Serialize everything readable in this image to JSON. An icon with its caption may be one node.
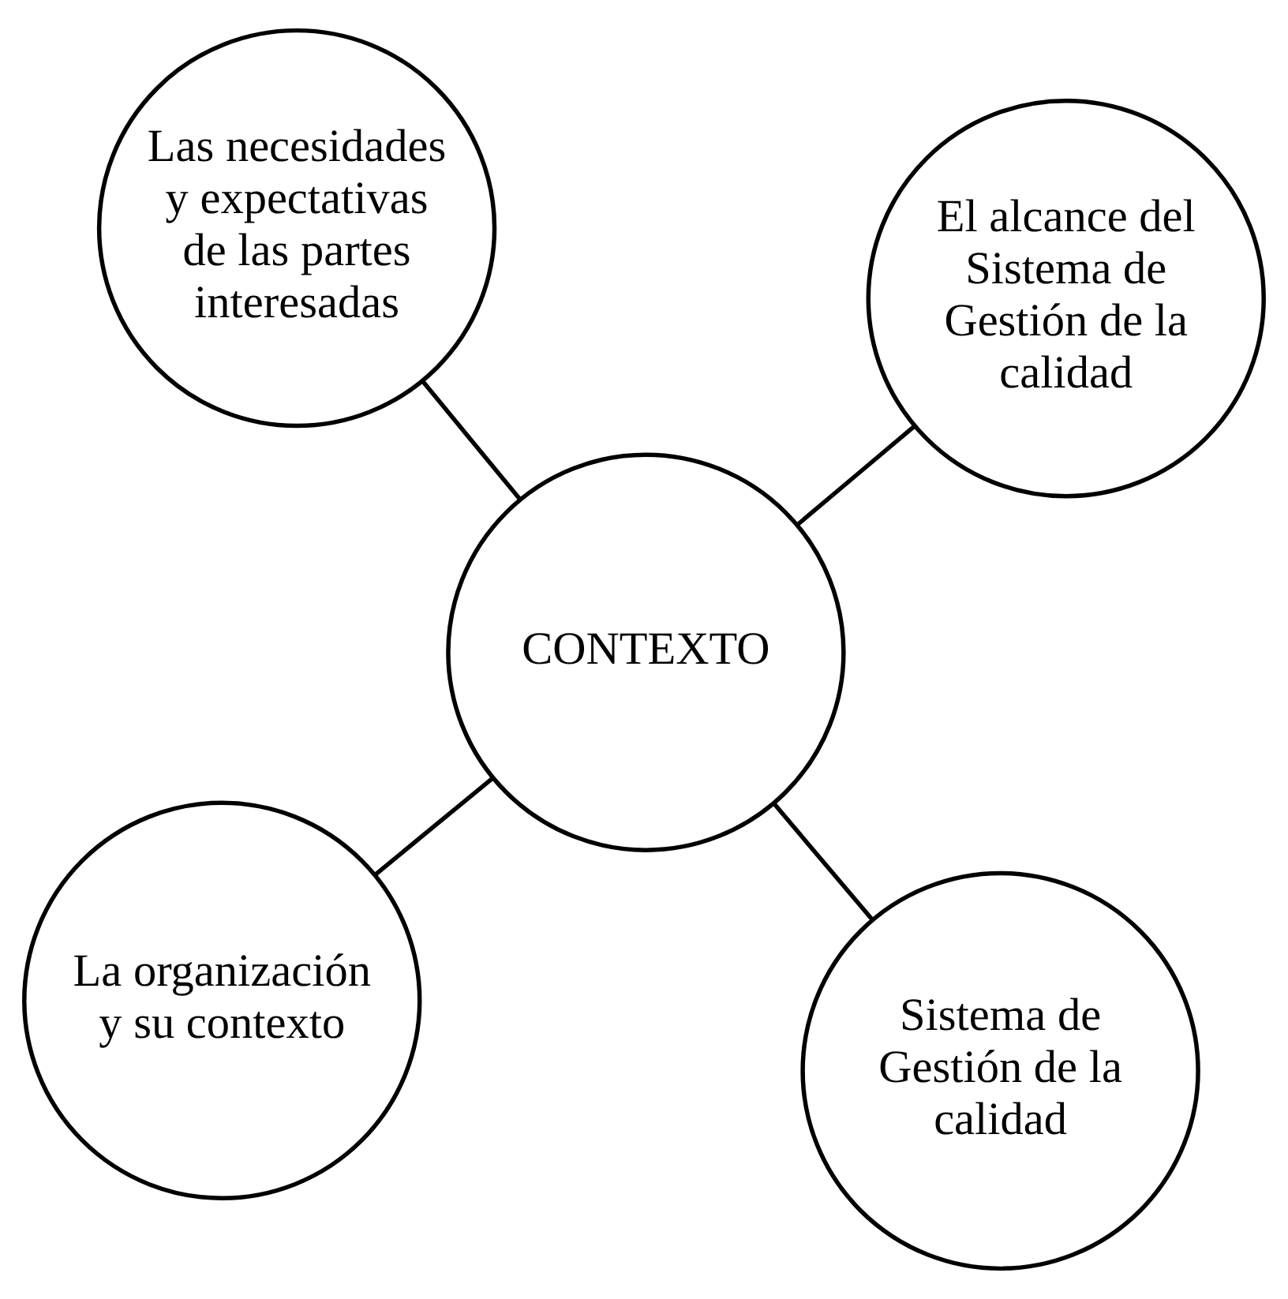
{
  "diagram": {
    "nodes": [
      {
        "text": [
          "La organización y su contexto"
        ]
      },
      {
        "text": [
          "Sistema de Gestión de la calidad"
        ]
      },
      {
        "text": [
          "CONTEXTO"
        ]
      },
      {
        "text": [
          "Las necesidades y expectativas de las partes interesadas"
        ]
      },
      {
        "text": [
          "El alcance del Sistema de Gestión de la calidad"
        ]
      }
    ],
    "edges": [
      {
        "from": 2,
        "to": 0,
        "arrow": "none"
      },
      {
        "from": 2,
        "to": 1,
        "arrow": "none"
      },
      {
        "from": 2,
        "to": 3,
        "arrow": "none"
      },
      {
        "from": 2,
        "to": 4,
        "arrow": "none"
      }
    ]
  }
}
